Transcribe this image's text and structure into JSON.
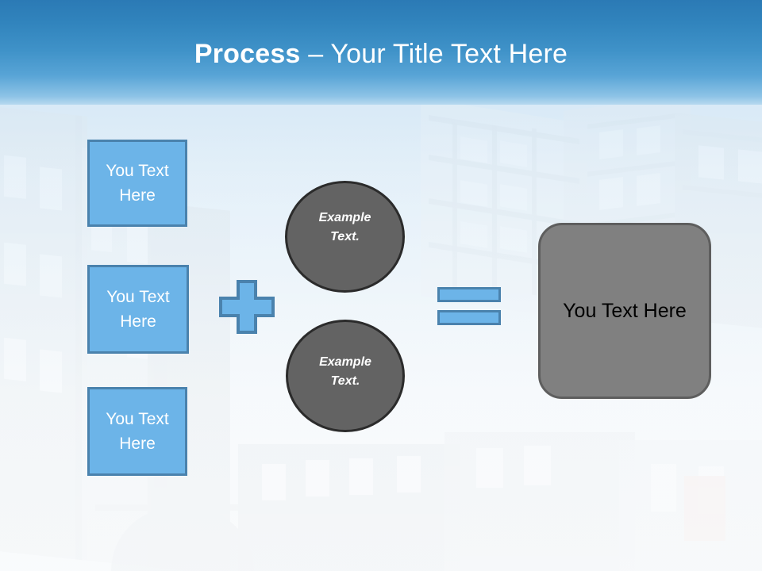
{
  "slide": {
    "title_bold": "Process",
    "title_separator": " – ",
    "title_rest": "Your Title Text Here",
    "background_description": "faded photograph of a historic Tudor half-timbered street"
  },
  "colors": {
    "header_top": "#2b7ab5",
    "header_bottom": "#b7d9ef",
    "accent_blue_fill": "#6cb4e8",
    "accent_blue_border": "#4a82ad",
    "circle_fill": "#636363",
    "circle_border": "#2b2b2b",
    "result_fill": "#808080",
    "result_border": "#5e5e5e",
    "title_text": "#ffffff",
    "box_text": "#ffffff",
    "result_text": "#000000"
  },
  "inputs": {
    "boxes": [
      {
        "line1": "You Text",
        "line2": "Here"
      },
      {
        "line1": "You Text",
        "line2": "Here"
      },
      {
        "line1": "You Text",
        "line2": "Here"
      }
    ]
  },
  "operators": {
    "plus": "+",
    "equals": "="
  },
  "circles": [
    {
      "line1": "Example",
      "line2": "Text."
    },
    {
      "line1": "Example",
      "line2": "Text."
    }
  ],
  "result": {
    "label": "You Text Here"
  }
}
